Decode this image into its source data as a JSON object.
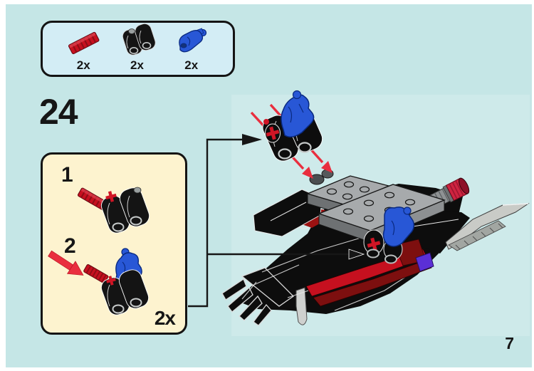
{
  "page": {
    "step_number": "24",
    "page_number": "7"
  },
  "parts_callout": {
    "parts": [
      {
        "icon": "red-axle-pin-icon",
        "count": "2x"
      },
      {
        "icon": "black-pin-connector-icon",
        "count": "2x"
      },
      {
        "icon": "blue-angle-connector-icon",
        "count": "2x"
      }
    ]
  },
  "substep_box": {
    "steps": [
      {
        "label": "1"
      },
      {
        "label": "2"
      }
    ],
    "quantity_label": "2x"
  },
  "colors": {
    "page_background": "#c5e6e6",
    "callout_fill": "#d3edf5",
    "substep_fill": "#fdf3cf",
    "arrow_red": "#e92e3e",
    "lego_red": "#c6101f",
    "lego_dark_red": "#7d0f0f",
    "lego_blue": "#2857d6",
    "line_black": "#161616",
    "plate_gray": "#a7aaac"
  }
}
